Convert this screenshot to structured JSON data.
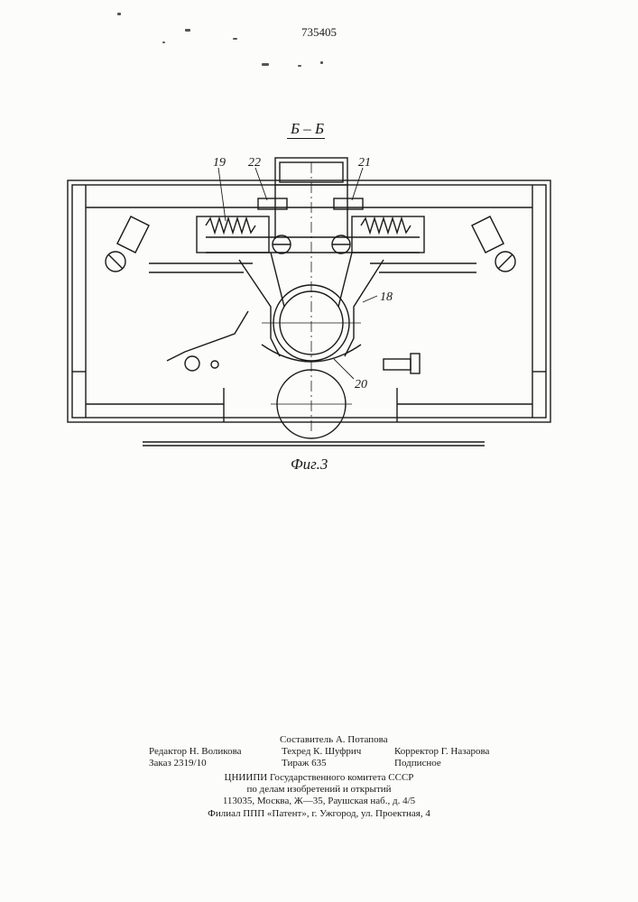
{
  "header": {
    "patent_number": "735405"
  },
  "figure": {
    "section_label": "Б – Б",
    "caption": "Фиг.3",
    "callouts": {
      "c19": "19",
      "c22": "22",
      "c21": "21",
      "c18": "18",
      "c20": "20"
    }
  },
  "colophon": {
    "compiler": "Составитель А. Потапова",
    "editor": "Редактор Н. Воликова",
    "tech_editor": "Техред К. Шуфрич",
    "corrector": "Корректор Г. Назарова",
    "order": "Заказ 2319/10",
    "print_run": "Тираж 635",
    "subscription": "Подписное",
    "org_line1": "ЦНИИПИ Государственного комитета СССР",
    "org_line2": "по делам изобретений и открытий",
    "org_address": "113035, Москва, Ж—35, Раушская наб., д. 4/5",
    "branch": "Филиал ППП «Патент», г. Ужгород, ул. Проектная, 4"
  }
}
